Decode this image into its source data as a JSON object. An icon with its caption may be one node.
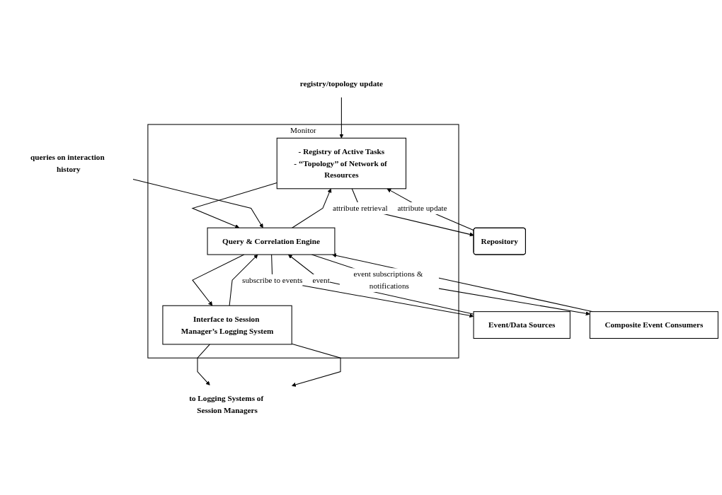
{
  "diagram": {
    "nodes": [
      {
        "text": [
          "Monitor"
        ]
      },
      {
        "text": [
          "- Registry of Active Tasks",
          "- ‘‘Topology’’ of Network of Resources"
        ],
        "in": 0
      },
      {
        "text": [
          "Repository"
        ]
      },
      {
        "text": [
          "Query & Correlation Engine"
        ],
        "in": 0
      },
      {
        "text": [
          "Interface to Session Manager’s Logging System"
        ],
        "in": 0
      },
      {
        "text": [
          "Event/Data Sources"
        ]
      },
      {
        "text": [
          "Composite Event Consumers"
        ]
      },
      {
        "text": [
          "registry/topology update"
        ]
      },
      {
        "text": [
          "queries on interaction history"
        ]
      },
      {
        "text": [
          "to Logging Systems of Session Managers"
        ]
      }
    ],
    "edges": [
      {
        "from": 7,
        "to": 1,
        "arrow": "to"
      },
      {
        "from": 1,
        "to": 2,
        "label": "attribute retrieval",
        "arrow": "to"
      },
      {
        "from": 2,
        "to": 1,
        "label": "attribute update",
        "arrow": "to"
      },
      {
        "from": 3,
        "to": 1,
        "arrow": "to"
      },
      {
        "from": 1,
        "to": 3,
        "arrow": "to"
      },
      {
        "from": 8,
        "to": 3,
        "arrow": "to"
      },
      {
        "from": 3,
        "to": 5,
        "label": "subscribe to events",
        "arrow": "to"
      },
      {
        "from": 5,
        "to": 3,
        "label": "event",
        "arrow": "to"
      },
      {
        "from": 3,
        "to": 4,
        "arrow": "to"
      },
      {
        "from": 4,
        "to": 3,
        "arrow": "to"
      },
      {
        "from": 3,
        "to": 6,
        "label": "event subscriptions & notifications",
        "arrow": "to"
      },
      {
        "from": 6,
        "to": 3,
        "arrow": "to"
      },
      {
        "from": 4,
        "to": 9,
        "arrow": "to"
      },
      {
        "from": 4,
        "to": 9,
        "arrow": "to"
      }
    ]
  }
}
